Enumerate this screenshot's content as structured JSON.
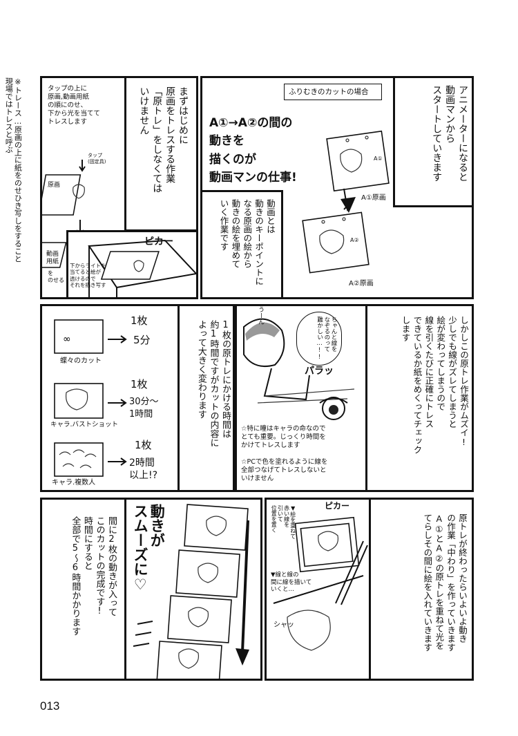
{
  "page_number": "013",
  "side_note": "※トレース…原画の上に紙をのせひき写しをすること\n現場ではトレスと呼ぶ",
  "panel1": {
    "handwriting": "タップの上に\n原画,動画用紙\nの順にのせ、\n下から光を当てて\nトレスします",
    "tap_label": "タップ\n(固定具)",
    "genga_label": "原画",
    "douga_label": "動画\n用紙",
    "noseru_label": "を\nのせる",
    "bottom_note": "下からライトを\n当てると絵が\n透けるので\nそれを描き写す",
    "sfx": "ピカー"
  },
  "panel2": {
    "narration": "まずはじめに\n原画をトレスする作業\n「原トレ」をしなくては\nいけません"
  },
  "panel3": {
    "caption": "ふりむきのカットの場合",
    "handwriting": "A①→A②の間の\n動きを\n描くのが\n動画マンの仕事!",
    "narration_right": "アニメーターになると\n動画マンから\nスタートしていきます",
    "narration_left": "動画とは\n動きのキーポイントに\nなる原画の絵から\n動きの絵を埋めて\nいく作業です",
    "label_a1": "A①原画",
    "label_a2": "A②原画",
    "sheet_a1": "A①",
    "sheet_a2": "A②"
  },
  "panel4": {
    "narration": "1枚の原トレにかける時間は\n約1時間ですがカットの内容に\nよって大きく変わります",
    "rows": [
      {
        "caption": "蝶々のカット",
        "count": "1枚",
        "time": "5分"
      },
      {
        "caption": "キャラ.バストショット",
        "count": "1枚",
        "time": "30分～\n1時間"
      },
      {
        "caption": "キャラ.複数人",
        "count": "1枚",
        "time": "2時間\n以上!?"
      }
    ]
  },
  "panel5": {
    "narration": "しかしこの原トレ作業がムズイ!\n少しでも線がズレてしまうと\n絵が変わってしまうので\n線を引くたびに正確にトレス\nできているか紙をめくってチェック\nします",
    "bubble": "ちゃんと線を\nなぞるのって\n難かしい…!!",
    "sfx_un": "うーん",
    "sfx_para": "パラッ",
    "note1": "☆特に瞳はキャラの命なので\nとても重要。じっくり時間を\nかけてトレスします",
    "note2": "☆PCで色を塗れるように線を\n全部つなげてトレスしないと\nいけません"
  },
  "panel6": {
    "handwriting": "動きが\nスムーズに♡",
    "narration": "間に2枚の動きが入って\nこのカットの完成です!\n時間にすると\n全部で5～6時間かかります"
  },
  "panel7": {
    "narration": "原トレが終わったらいよいよ動き\nの作業「中わり」を作っていきます\nA①とA②の原トレを重ねて光を\nてらしその間に絵を入れていきます",
    "note1": "▼絵を重ねて\n赤い線を\n引いて\n位置を置く",
    "note2": "▼線と線の\n間に線を描いて\nいくと…",
    "sfx": "ピカー",
    "sfx2": "シャッ"
  }
}
